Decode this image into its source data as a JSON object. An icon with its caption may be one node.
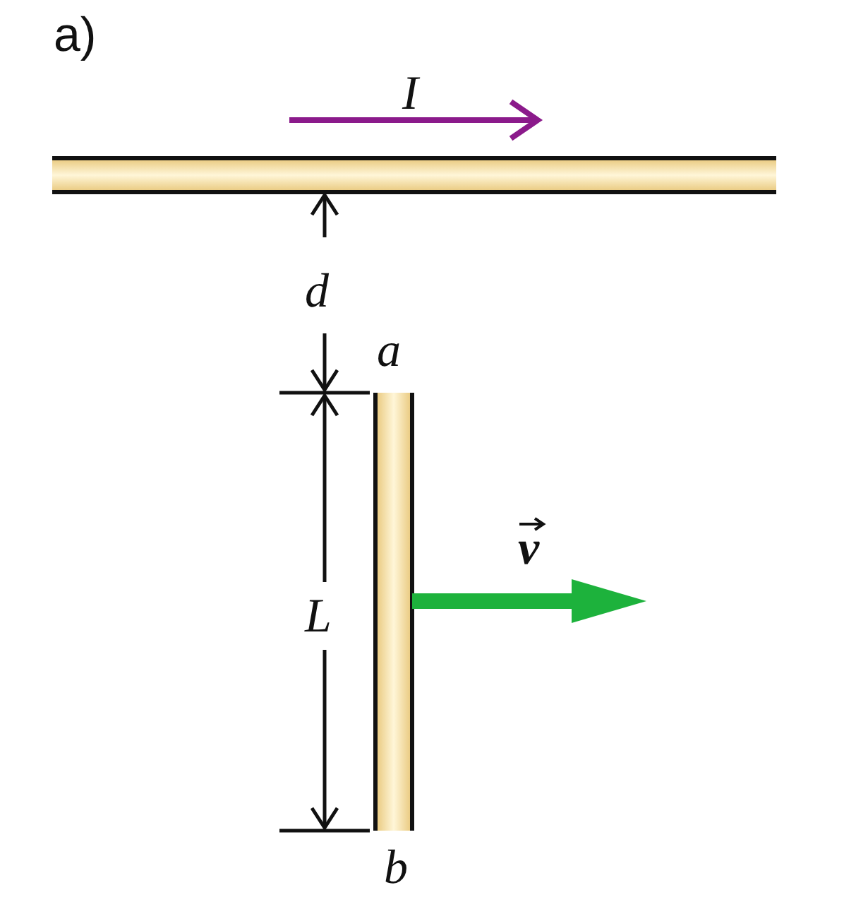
{
  "diagram": {
    "labels": [
      "a)",
      "I",
      "d",
      "a",
      "L",
      "v",
      "b"
    ]
  }
}
